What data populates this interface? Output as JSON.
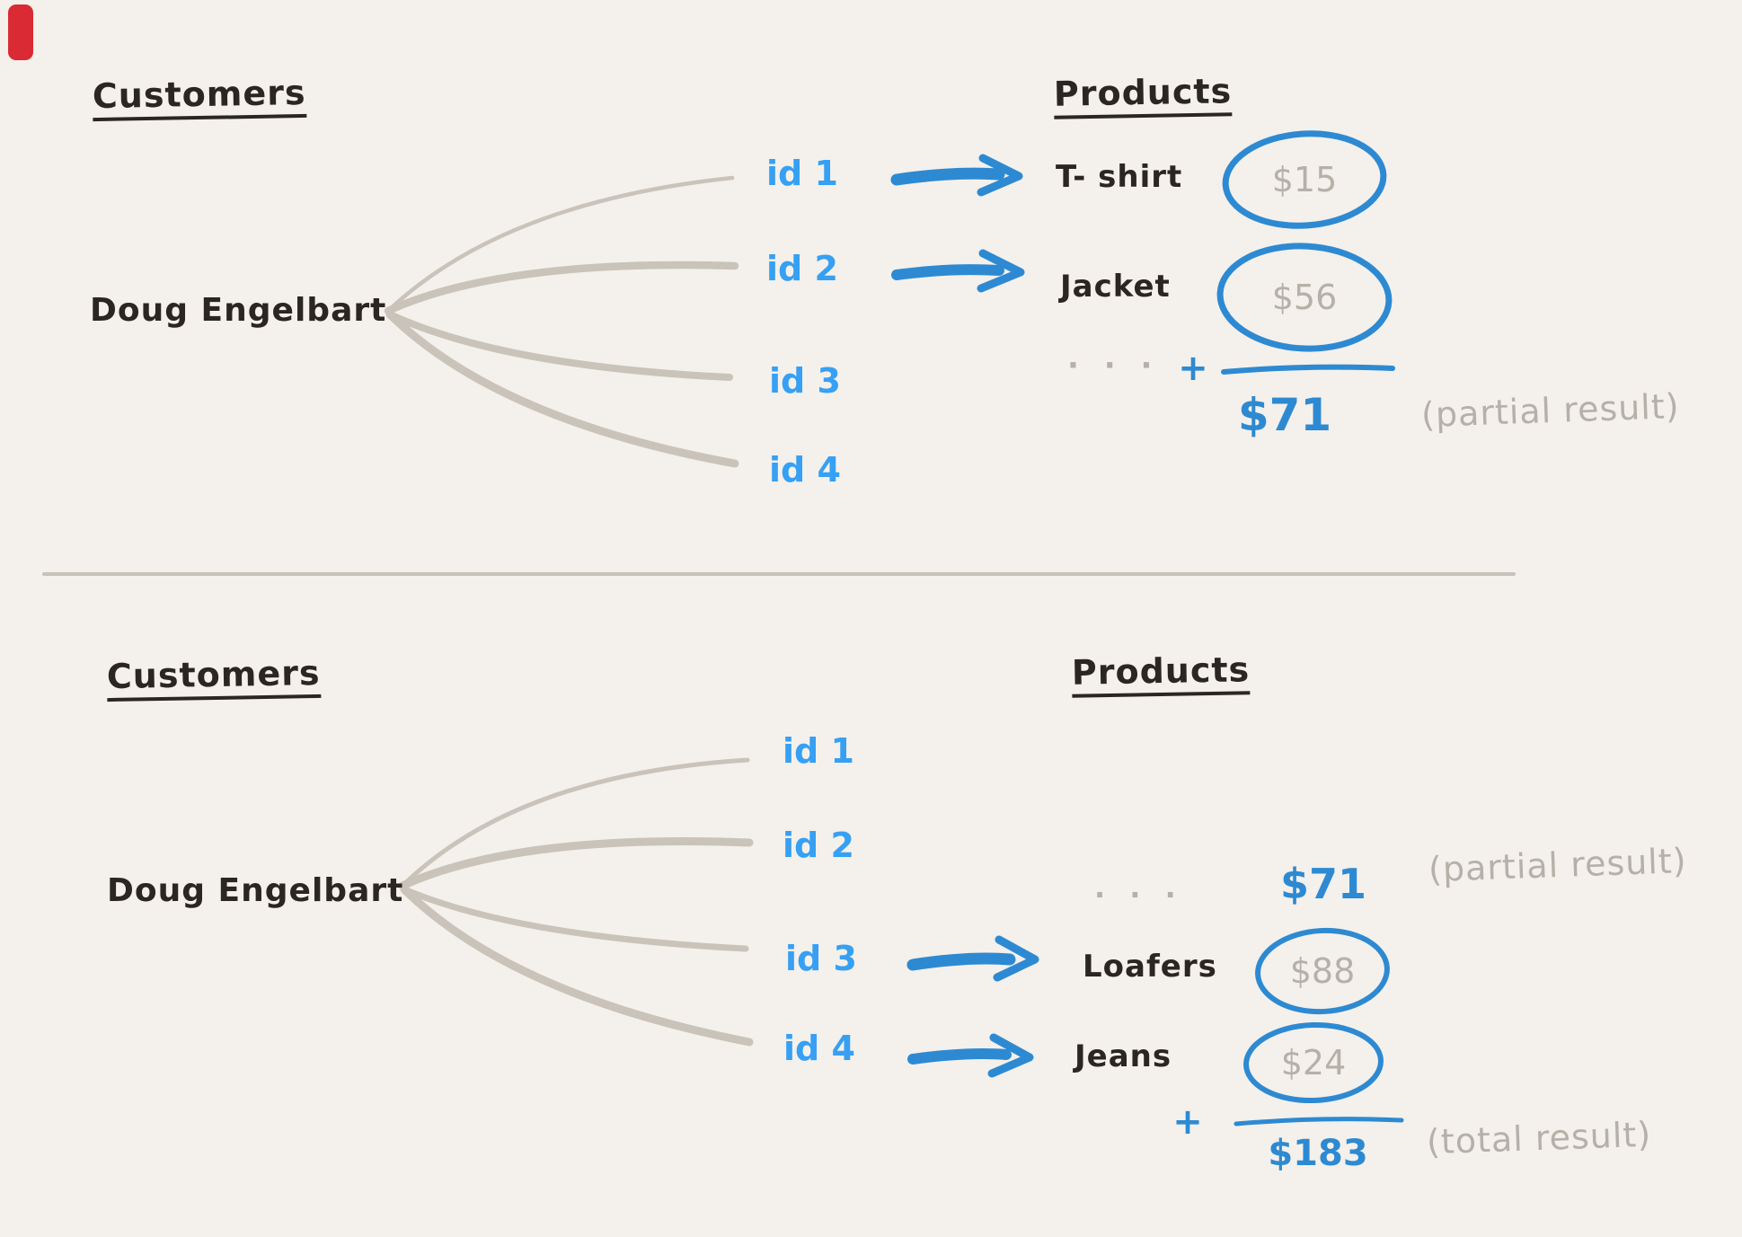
{
  "palette": {
    "bg": "#f4f0eb",
    "ink": "#2b2622",
    "blue": "#2d8ad2",
    "blueLight": "#36a0f4",
    "gray": "#b6b0a8",
    "fan": "#c9c3ba",
    "divider": "#c7c2ba",
    "red": "#da2a33"
  },
  "top": {
    "customers_heading": "Customers",
    "customer_name": "Doug Engelbart",
    "products_heading": "Products",
    "id1": "id 1",
    "id2": "id 2",
    "id3": "id 3",
    "id4": "id 4",
    "row1_product": "T- shirt",
    "row1_price": "$15",
    "row2_product": "Jacket",
    "row2_price": "$56",
    "ellipsis": "· · ·",
    "plus": "+",
    "sum": "$71",
    "annotation": "(partial result)"
  },
  "bottom": {
    "customers_heading": "Customers",
    "customer_name": "Doug Engelbart",
    "products_heading": "Products",
    "id1": "id 1",
    "id2": "id 2",
    "id3": "id 3",
    "id4": "id 4",
    "ellipsis": "· · ·",
    "partial_sum": "$71",
    "partial_annotation": "(partial result)",
    "row3_product": "Loafers",
    "row3_price": "$88",
    "row4_product": "Jeans",
    "row4_price": "$24",
    "plus": "+",
    "sum": "$183",
    "annotation": "(total result)"
  }
}
